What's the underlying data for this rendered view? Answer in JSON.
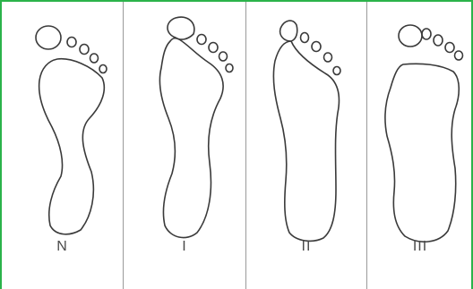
{
  "figure": {
    "labels": [
      "N",
      "I",
      "II",
      "III"
    ],
    "colors": {
      "border": "#2bb34a",
      "divider": "#9a9a9a",
      "stroke": "#3a3a3a",
      "text": "#4a4a4a"
    }
  }
}
